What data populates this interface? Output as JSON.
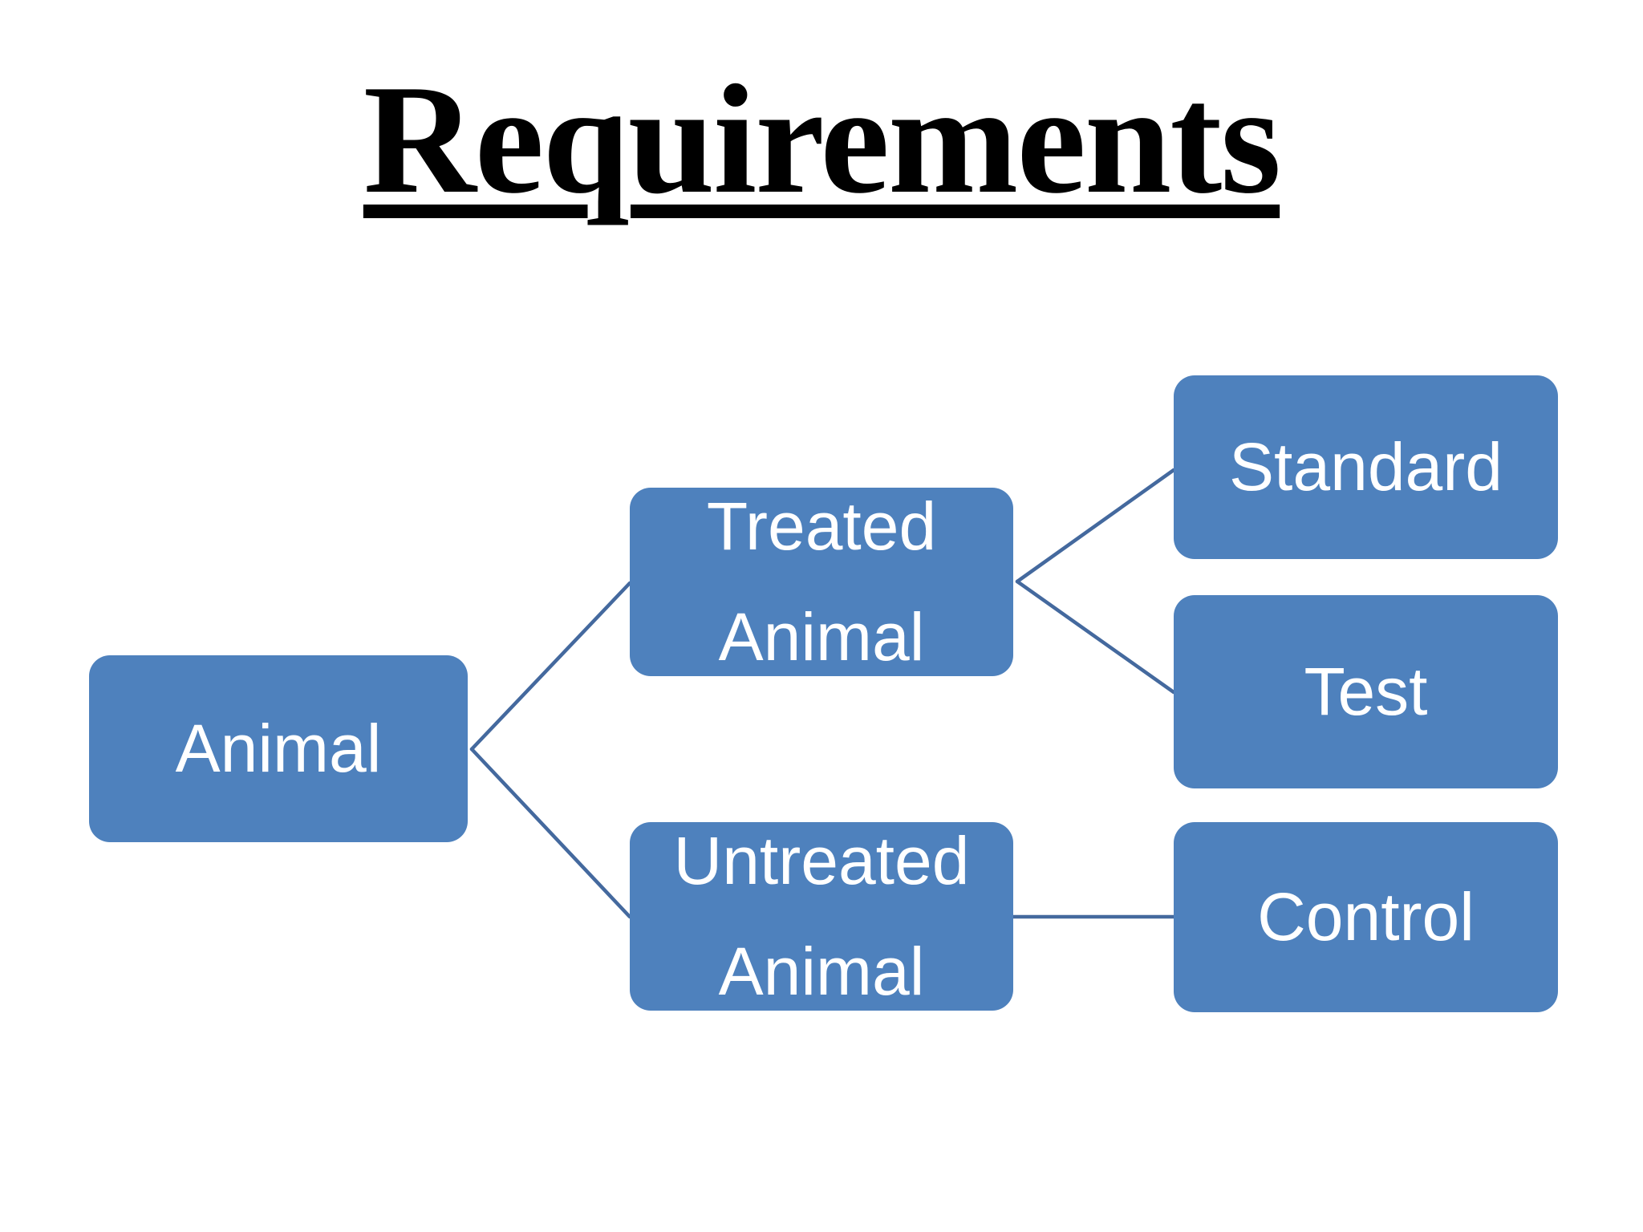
{
  "title": {
    "text": "Requirements"
  },
  "colors": {
    "background": "#ffffff",
    "box_fill": "#4e81bd",
    "box_text": "#ffffff",
    "connector": "#44699e",
    "title_color": "#000000"
  },
  "diagram": {
    "type": "hierarchy",
    "direction": "left-to-right",
    "nodes": {
      "animal": {
        "label": "Animal",
        "level": 1
      },
      "treated": {
        "label": "Treated\nAnimal",
        "level": 2
      },
      "untreated": {
        "label": "Untreated\nAnimal",
        "level": 2
      },
      "standard": {
        "label": "Standard",
        "level": 3
      },
      "test": {
        "label": "Test",
        "level": 3
      },
      "control": {
        "label": "Control",
        "level": 3
      }
    },
    "edges": [
      {
        "from": "animal",
        "to": "treated"
      },
      {
        "from": "animal",
        "to": "untreated"
      },
      {
        "from": "treated",
        "to": "standard"
      },
      {
        "from": "treated",
        "to": "test"
      },
      {
        "from": "untreated",
        "to": "control"
      }
    ]
  }
}
